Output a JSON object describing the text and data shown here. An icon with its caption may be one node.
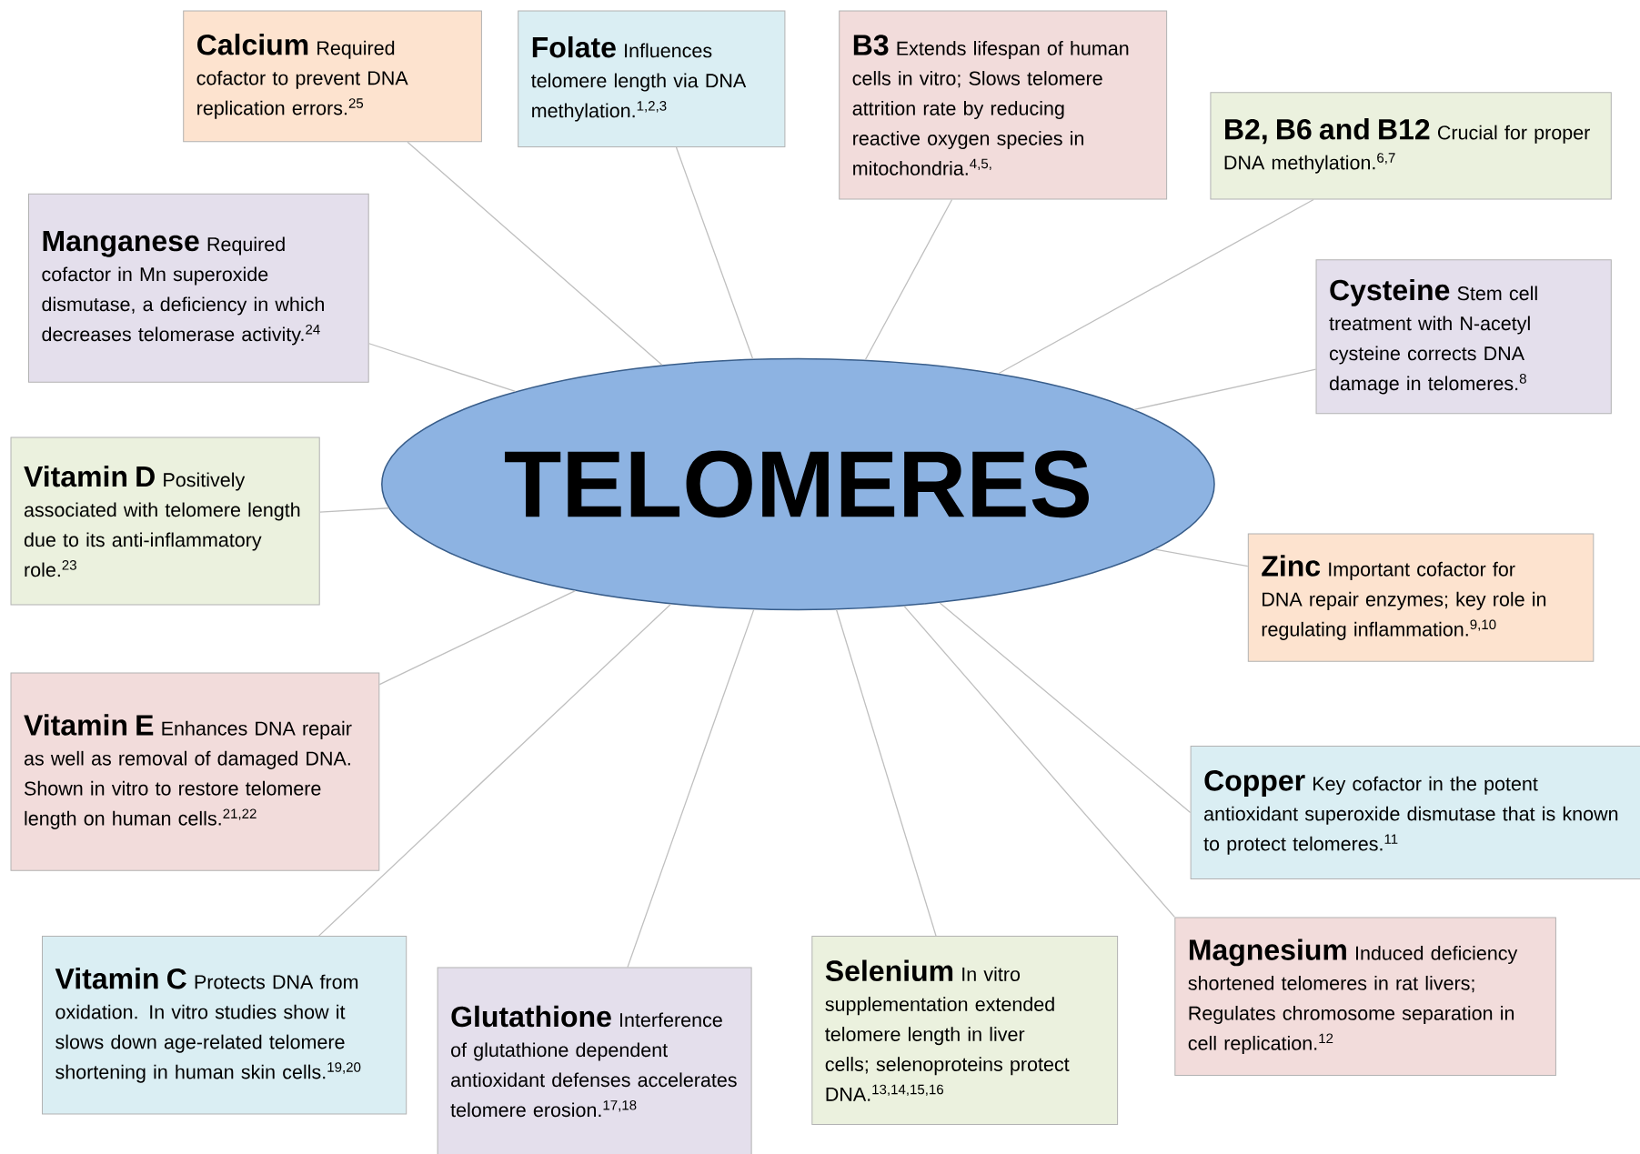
{
  "diagram": {
    "nodes": [
      {
        "text": [
          "TELOMERES"
        ]
      },
      {
        "text": [
          "Calcium",
          "Required cofactor to prevent DNA replication errors.$^{25}$"
        ]
      },
      {
        "text": [
          "Folate",
          "Influences telomere length via DNA methylation.$^{1,2,3}$"
        ]
      },
      {
        "text": [
          "B3",
          "Extends lifespan of human cells in vitro; Slows telomere attrition rate by reducing reactive oxygen species in mitochondria.$^{4,5,}$"
        ]
      },
      {
        "text": [
          "B2, B6 and B12",
          "Crucial for proper DNA methylation.$^{6,7}$"
        ]
      },
      {
        "text": [
          "Manganese",
          "Required cofactor in Mn superoxide dismutase, a deficiency in which decreases telomerase activity.$^{24}$"
        ]
      },
      {
        "text": [
          "Cysteine",
          "Stem cell treatment with N-acetyl cysteine corrects DNA damage in telomeres.$^{8}$"
        ]
      },
      {
        "text": [
          "Vitamin D",
          "Positively associated with telomere length due to its anti-inflammatory role.$^{23}$"
        ]
      },
      {
        "text": [
          "Zinc",
          "Important cofactor for DNA repair enzymes; key role in regulating inflammation.$^{9,10}$"
        ]
      },
      {
        "text": [
          "Vitamin E",
          "Enhances DNA repair as well as removal of damaged DNA.  Shown in vitro to restore telomere length on human cells.$^{21,22}$"
        ]
      },
      {
        "text": [
          "Copper",
          "Key cofactor in the potent antioxidant superoxide dismutase that is known to protect telomeres.$^{11}$"
        ]
      },
      {
        "text": [
          "Vitamin C",
          "Protects DNA from oxidation. In vitro studies show it slows down age-related telomere shortening in human skin cells.$^{19,20}$"
        ]
      },
      {
        "text": [
          "Glutathione",
          "Interference of glutathione dependent antioxidant defenses accelerates telomere erosion.$^{17,18}$"
        ]
      },
      {
        "text": [
          "Selenium",
          "In vitro supplementation extended telomere length in liver cells; selenoproteins protect DNA.$^{13,14,15,16}$"
        ]
      },
      {
        "text": [
          "Magnesium",
          "Induced deficiency shortened telomeres in rat livers; Regulates chromosome separation in cell replication.$^{12}$"
        ]
      }
    ],
    "edges": [
      {
        "from": 0,
        "to": 1,
        "arrow": "none"
      },
      {
        "from": 0,
        "to": 2,
        "arrow": "none"
      },
      {
        "from": 0,
        "to": 3,
        "arrow": "none"
      },
      {
        "from": 0,
        "to": 4,
        "arrow": "none"
      },
      {
        "from": 0,
        "to": 5,
        "arrow": "none"
      },
      {
        "from": 0,
        "to": 6,
        "arrow": "none"
      },
      {
        "from": 0,
        "to": 7,
        "arrow": "none"
      },
      {
        "from": 0,
        "to": 8,
        "arrow": "none"
      },
      {
        "from": 0,
        "to": 9,
        "arrow": "none"
      },
      {
        "from": 0,
        "to": 10,
        "arrow": "none"
      },
      {
        "from": 0,
        "to": 11,
        "arrow": "none"
      },
      {
        "from": 0,
        "to": 12,
        "arrow": "none"
      },
      {
        "from": 0,
        "to": 13,
        "arrow": "none"
      },
      {
        "from": 0,
        "to": 14,
        "arrow": "none"
      }
    ]
  }
}
